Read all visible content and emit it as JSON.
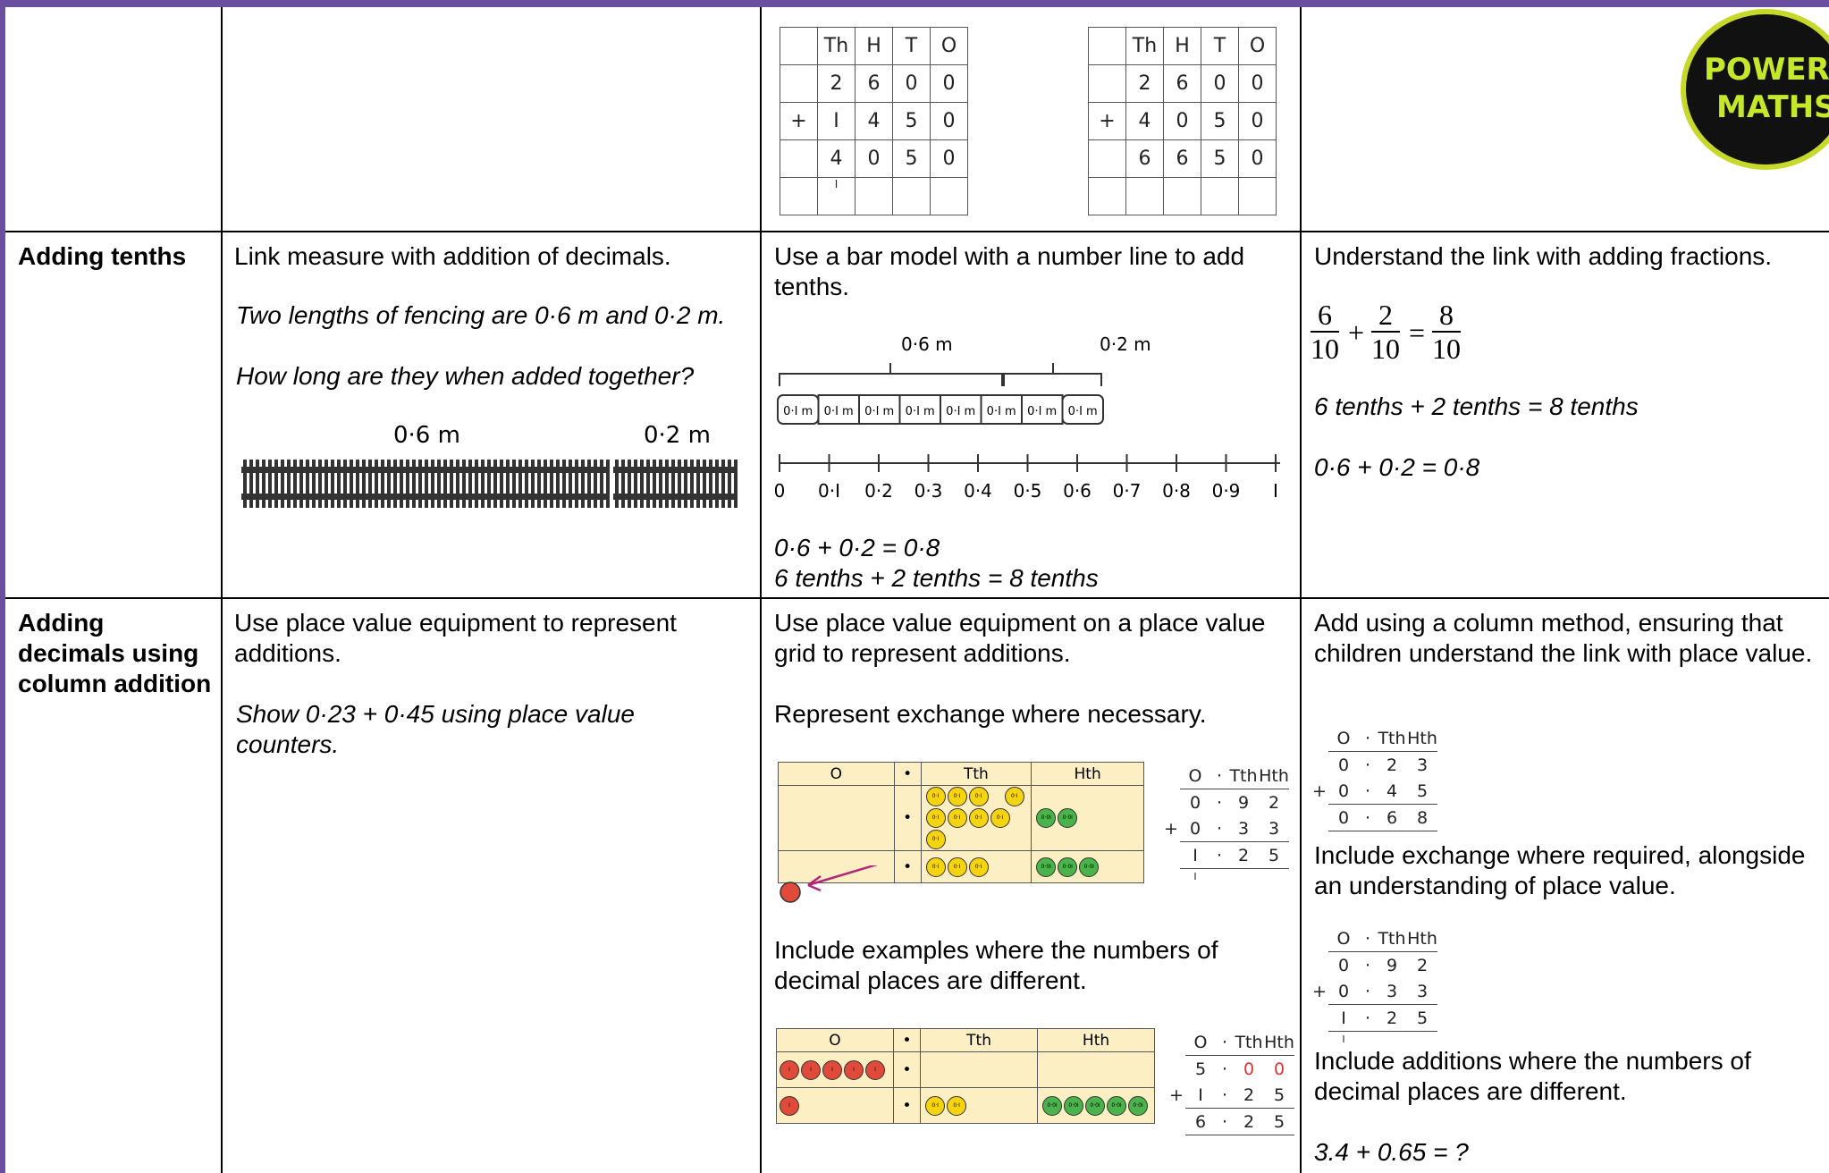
{
  "top_section": {
    "grid_a": [
      [
        "",
        "Th",
        "H",
        "T",
        "O"
      ],
      [
        "",
        "2",
        "6",
        "0",
        "0"
      ],
      [
        "+",
        "I",
        "4",
        "5",
        "0"
      ],
      [
        "",
        "4",
        "0",
        "5",
        "0"
      ],
      [
        "",
        "I",
        "",
        "",
        ""
      ]
    ],
    "grid_b": [
      [
        "",
        "Th",
        "H",
        "T",
        "O"
      ],
      [
        "",
        "2",
        "6",
        "0",
        "0"
      ],
      [
        "+",
        "4",
        "0",
        "5",
        "0"
      ],
      [
        "",
        "6",
        "6",
        "5",
        "0"
      ],
      [
        "",
        "",
        "",
        "",
        ""
      ]
    ],
    "logo": {
      "line1": "POWER",
      "line2": "MATHS"
    }
  },
  "adding_tenths": {
    "heading": "Adding tenths",
    "col1": {
      "title": "Link measure with addition of decimals.",
      "question": "Two lengths of fencing are 0·6 m and 0·2 m.",
      "question2": "How long are they when added together?",
      "label_a": "0·6 m",
      "label_b": "0·2 m"
    },
    "col2": {
      "title": "Use a bar model with a number line to add tenths.",
      "brace_a": "0·6 m",
      "brace_b": "0·2 m",
      "bar_cell": "0·I m",
      "ticks": [
        "0",
        "0·I",
        "0·2",
        "0·3",
        "0·4",
        "0·5",
        "0·6",
        "0·7",
        "0·8",
        "0·9",
        "I"
      ],
      "eq1": "0·6 + 0·2 = 0·8",
      "eq2": "6 tenths + 2 tenths = 8 tenths"
    },
    "col3": {
      "title": "Understand the link with adding fractions.",
      "frac1_num": "6",
      "frac1_den": "10",
      "frac2_num": "2",
      "frac2_den": "10",
      "frac3_num": "8",
      "frac3_den": "10",
      "plus": "+",
      "equals": "=",
      "eq1": "6 tenths + 2 tenths = 8 tenths",
      "eq2": "0·6 + 0·2 = 0·8"
    }
  },
  "column_addition": {
    "heading": "Adding decimals using column addition",
    "col1": {
      "title": "Use place value equipment to represent additions.",
      "instruction": "Show 0·23 + 0·45 using place value counters."
    },
    "col2": {
      "title": "Use place value equipment on a place value grid to represent additions.",
      "exchange": "Represent exchange where necessary.",
      "grid_headers": [
        "O",
        "•",
        "Tth",
        "Hth"
      ],
      "counter_tenth": "0·I",
      "counter_hundredth": "0·0I",
      "counter_one": "I",
      "different": "Include examples where the numbers of decimal places are different.",
      "calc1": {
        "head": [
          "O",
          "·",
          "Tth",
          "Hth"
        ],
        "r1": [
          "0",
          "·",
          "9",
          "2"
        ],
        "r2": [
          "0",
          "·",
          "3",
          "3"
        ],
        "r3": [
          "I",
          "·",
          "2",
          "5"
        ],
        "plus": "+",
        "carry": "I"
      },
      "calc2": {
        "head": [
          "O",
          "·",
          "Tth",
          "Hth"
        ],
        "r1": [
          "5",
          "·",
          "0",
          "0"
        ],
        "r2": [
          "I",
          "·",
          "2",
          "5"
        ],
        "r3": [
          "6",
          "·",
          "2",
          "5"
        ],
        "plus": "+"
      }
    },
    "col3": {
      "title": "Add using a column method, ensuring that children understand the link with place value.",
      "calc1": {
        "head": [
          "O",
          "·",
          "Tth",
          "Hth"
        ],
        "r1": [
          "0",
          "·",
          "2",
          "3"
        ],
        "r2": [
          "0",
          "·",
          "4",
          "5"
        ],
        "r3": [
          "0",
          "·",
          "6",
          "8"
        ],
        "plus": "+"
      },
      "exchange": "Include exchange where required, alongside an understanding of place value.",
      "calc2": {
        "head": [
          "O",
          "·",
          "Tth",
          "Hth"
        ],
        "r1": [
          "0",
          "·",
          "9",
          "2"
        ],
        "r2": [
          "0",
          "·",
          "3",
          "3"
        ],
        "r3": [
          "I",
          "·",
          "2",
          "5"
        ],
        "plus": "+",
        "carry": "I"
      },
      "different": "Include additions where the numbers of decimal places are different.",
      "final": "3.4 + 0.65 = ?"
    }
  },
  "colors": {
    "border": "#6a4fa0",
    "grid_fill": "#fcefc4",
    "counter_tenth": "#f5d40f",
    "counter_hundredth": "#4bb34b",
    "counter_one": "#e04a3a",
    "exchange_arrow": "#b0287a"
  }
}
